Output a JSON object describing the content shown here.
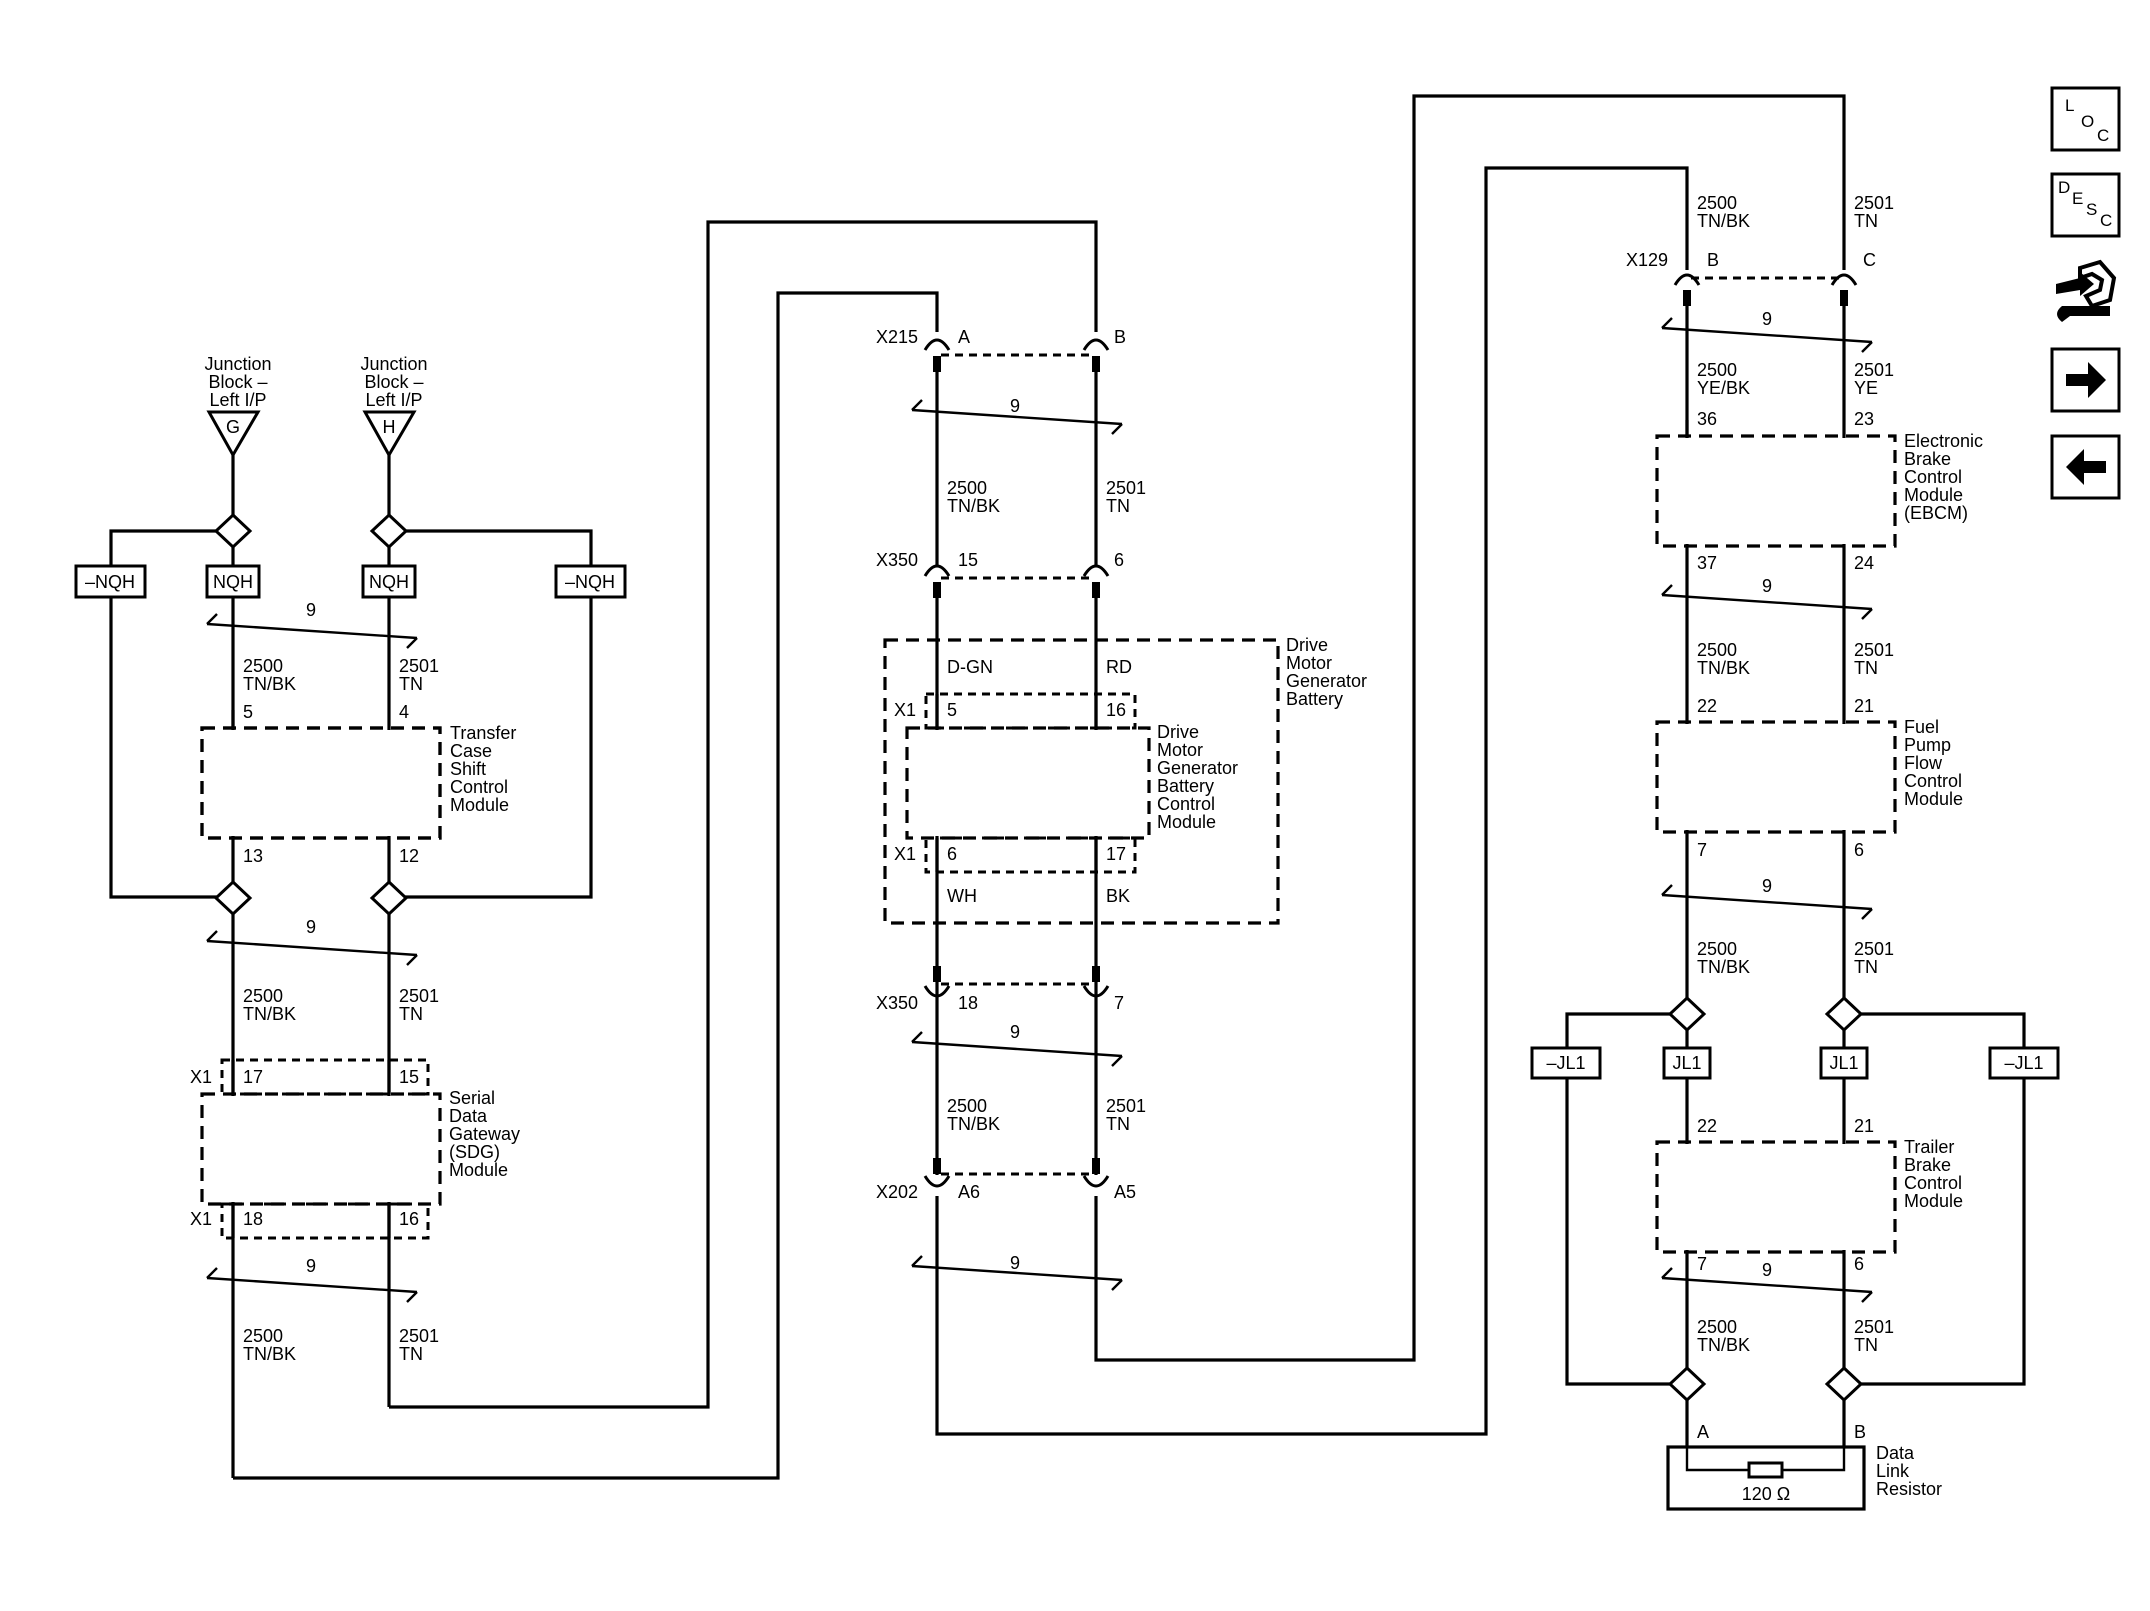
{
  "nav": {
    "loc": [
      "L",
      "O",
      "C"
    ],
    "desc": [
      "D",
      "E",
      "S",
      "C"
    ]
  },
  "twist": "9",
  "wires": {
    "c2500": "2500",
    "c2501": "2501",
    "tnbk": "TN/BK",
    "tn": "TN",
    "yebk": "YE/BK",
    "ye": "YE",
    "dgn": "D-GN",
    "rd": "RD",
    "wh": "WH",
    "bk": "BK"
  },
  "junction_g": {
    "lines": [
      "Junction",
      "Block –",
      "Left I/P"
    ],
    "terminal": "G"
  },
  "junction_h": {
    "lines": [
      "Junction",
      "Block –",
      "Left I/P"
    ],
    "terminal": "H"
  },
  "options": {
    "nqh": "NQH",
    "not_nqh": "–NQH",
    "jl1": "JL1",
    "not_jl1": "–JL1"
  },
  "modules": {
    "transfer_case": {
      "lines": [
        "Transfer",
        "Case",
        "Shift",
        "Control",
        "Module"
      ],
      "pins": [
        "5",
        "4",
        "13",
        "12"
      ]
    },
    "sdg": {
      "lines": [
        "Serial",
        "Data",
        "Gateway",
        "(SDG)",
        "Module"
      ],
      "conn": "X1",
      "pins": [
        "17",
        "15",
        "18",
        "16"
      ]
    },
    "battery": {
      "lines": [
        "Drive",
        "Motor",
        "Generator",
        "Battery"
      ]
    },
    "bcm": {
      "lines": [
        "Drive",
        "Motor",
        "Generator",
        "Battery",
        "Control",
        "Module"
      ],
      "conn": "X1",
      "pins": [
        "5",
        "16",
        "6",
        "17"
      ]
    },
    "ebcm": {
      "lines": [
        "Electronic",
        "Brake",
        "Control",
        "Module",
        "(EBCM)"
      ],
      "pins": [
        "36",
        "23",
        "37",
        "24"
      ]
    },
    "fuel_pump": {
      "lines": [
        "Fuel",
        "Pump",
        "Flow",
        "Control",
        "Module"
      ],
      "pins": [
        "22",
        "21",
        "7",
        "6"
      ]
    },
    "trailer": {
      "lines": [
        "Trailer",
        "Brake",
        "Control",
        "Module"
      ],
      "pins": [
        "22",
        "21",
        "7",
        "6"
      ]
    },
    "resistor": {
      "lines": [
        "Data",
        "Link",
        "Resistor"
      ],
      "value": "120 Ω",
      "pins": [
        "A",
        "B"
      ]
    }
  },
  "connectors": {
    "x215": {
      "name": "X215",
      "pins": [
        "A",
        "B"
      ]
    },
    "x350_top": {
      "name": "X350",
      "pins": [
        "15",
        "6"
      ]
    },
    "x350_bot": {
      "name": "X350",
      "pins": [
        "18",
        "7"
      ]
    },
    "x202": {
      "name": "X202",
      "pins": [
        "A6",
        "A5"
      ]
    },
    "x129": {
      "name": "X129",
      "pins": [
        "B",
        "C"
      ]
    }
  }
}
